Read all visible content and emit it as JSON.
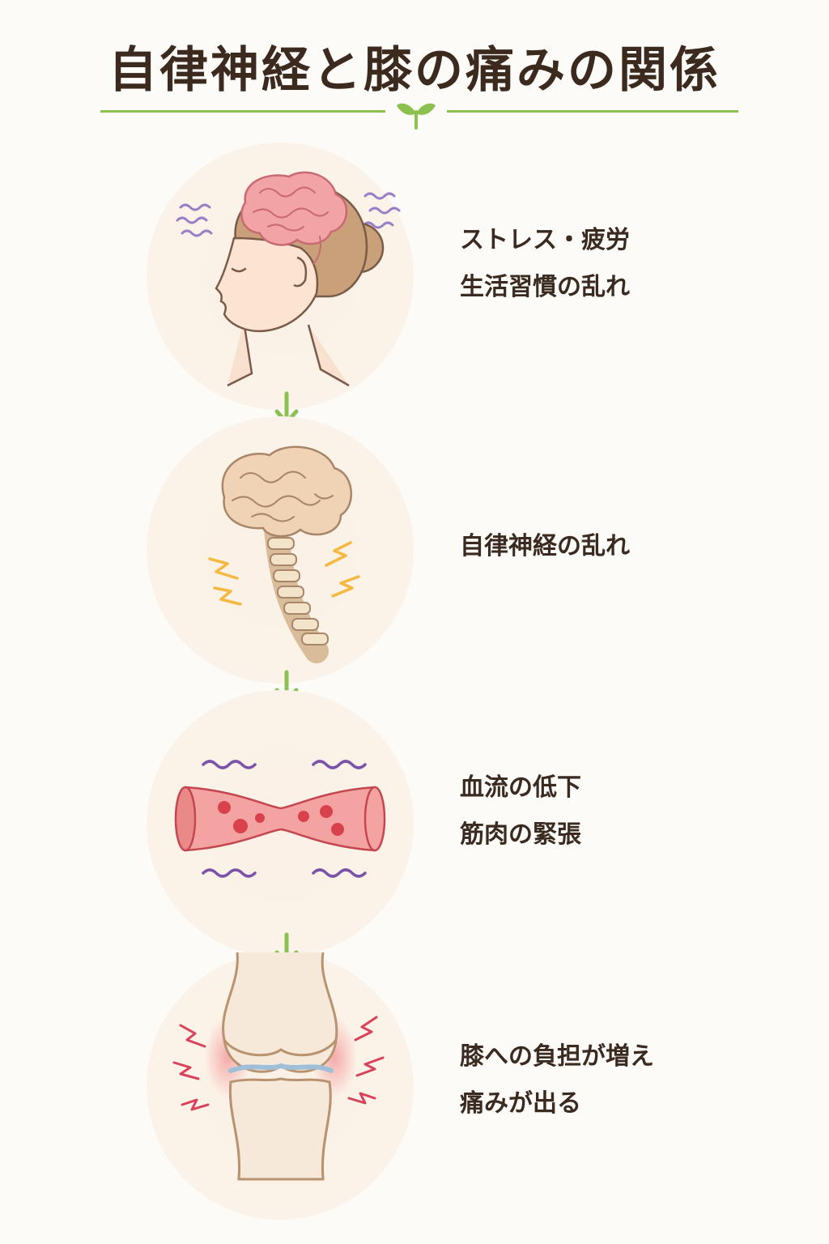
{
  "title": "自律神経と膝の痛みの関係",
  "icons": {
    "divider": "sprout-icon",
    "arrow": "arrow-down-icon"
  },
  "colors": {
    "accent": "#8cc152",
    "title": "#3d2a1f",
    "circle_bg": "#fbf1e6"
  },
  "steps": [
    {
      "illustration": "head-brain-icon",
      "lines": [
        "ストレス・疲労",
        "生活習慣の乱れ"
      ]
    },
    {
      "illustration": "brain-spine-icon",
      "lines": [
        "自律神経の乱れ"
      ]
    },
    {
      "illustration": "blood-vessel-icon",
      "lines": [
        "血流の低下",
        "筋肉の緊張"
      ]
    },
    {
      "illustration": "knee-joint-icon",
      "lines": [
        "膝への負担が増え",
        "痛みが出る"
      ]
    }
  ]
}
